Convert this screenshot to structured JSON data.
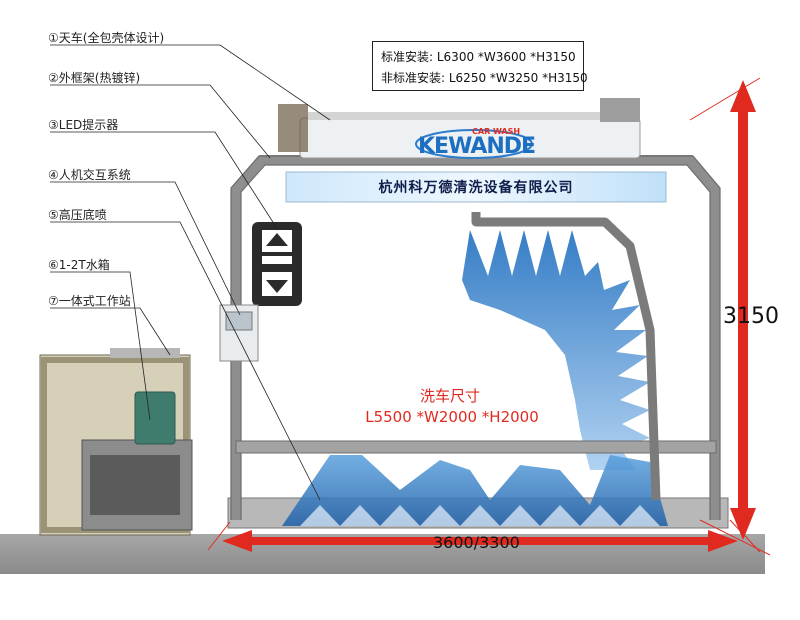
{
  "labels": [
    "①天车(全包壳体设计)",
    "②外框架(热镀锌)",
    "③LED提示器",
    "④人机交互系统",
    "⑤高压底喷",
    "⑥1-2T水箱",
    "⑦一体式工作站"
  ],
  "spec": {
    "standard": "标准安装: L6300 *W3600 *H3150",
    "nonstandard": "非标准安装: L6250 *W3250 *H3150"
  },
  "brand": {
    "tagline": "CAR WASH",
    "name": "KEWANDE",
    "company": "杭州科万德清洗设备有限公司"
  },
  "wash_area": {
    "title": "洗车尺寸",
    "dims": "L5500 *W2000 *H2000"
  },
  "dimensions": {
    "height": "3150",
    "width": "3600/3300"
  },
  "colors": {
    "accent_red": "#e02a1f",
    "frame_gray": "#9a9a9a",
    "spray_blue": "#2f80c8"
  }
}
